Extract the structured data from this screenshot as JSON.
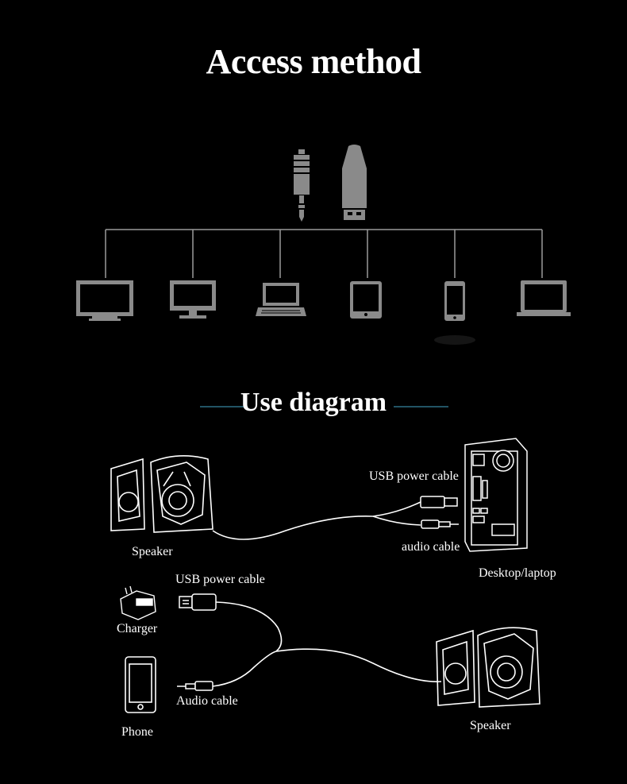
{
  "header": {
    "title": "Access method"
  },
  "access_devices": [
    "tv",
    "monitor",
    "laptop",
    "tablet",
    "phone",
    "laptop"
  ],
  "section": {
    "title": "Use diagram"
  },
  "labels": {
    "speaker_top": "Speaker",
    "usb_power_cable_top": "USB power cable",
    "audio_cable_top": "audio cable",
    "desktop_laptop": "Desktop/laptop",
    "usb_power_cable_bottom": "USB power cable",
    "charger": "Charger",
    "audio_cable_bottom": "Audio cable",
    "phone": "Phone",
    "speaker_bottom": "Speaker"
  },
  "colors": {
    "background": "#000000",
    "icon": "#8a8a8a",
    "line": "#9a9a9a",
    "accent_line": "#2d6f85"
  }
}
